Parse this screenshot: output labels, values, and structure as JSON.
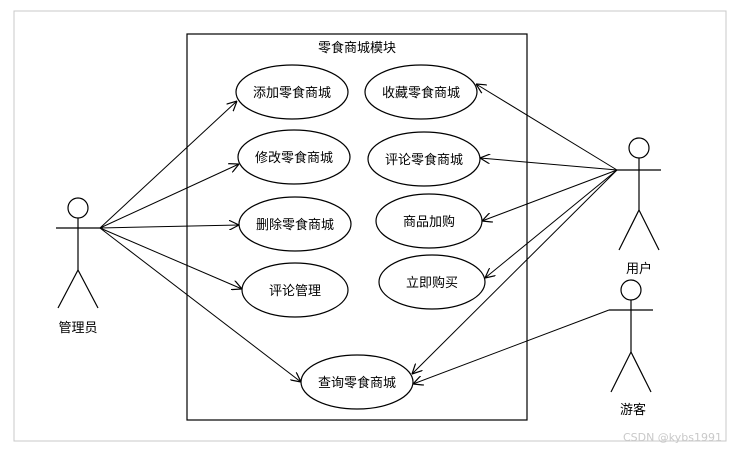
{
  "system": {
    "title": "零食商城模块"
  },
  "actors": {
    "admin": "管理员",
    "user": "用户",
    "guest": "游客"
  },
  "usecases": {
    "add": "添加零食商城",
    "modify": "修改零食商城",
    "delete": "删除零食商城",
    "review_manage": "评论管理",
    "favorite": "收藏零食商城",
    "review": "评论零食商城",
    "cart": "商品加购",
    "buy": "立即购买",
    "query": "查询零食商城"
  },
  "watermark": "CSDN @kybs1991",
  "colors": {
    "stroke": "#000000",
    "background": "#ffffff",
    "watermark": "#c9c9c9"
  }
}
